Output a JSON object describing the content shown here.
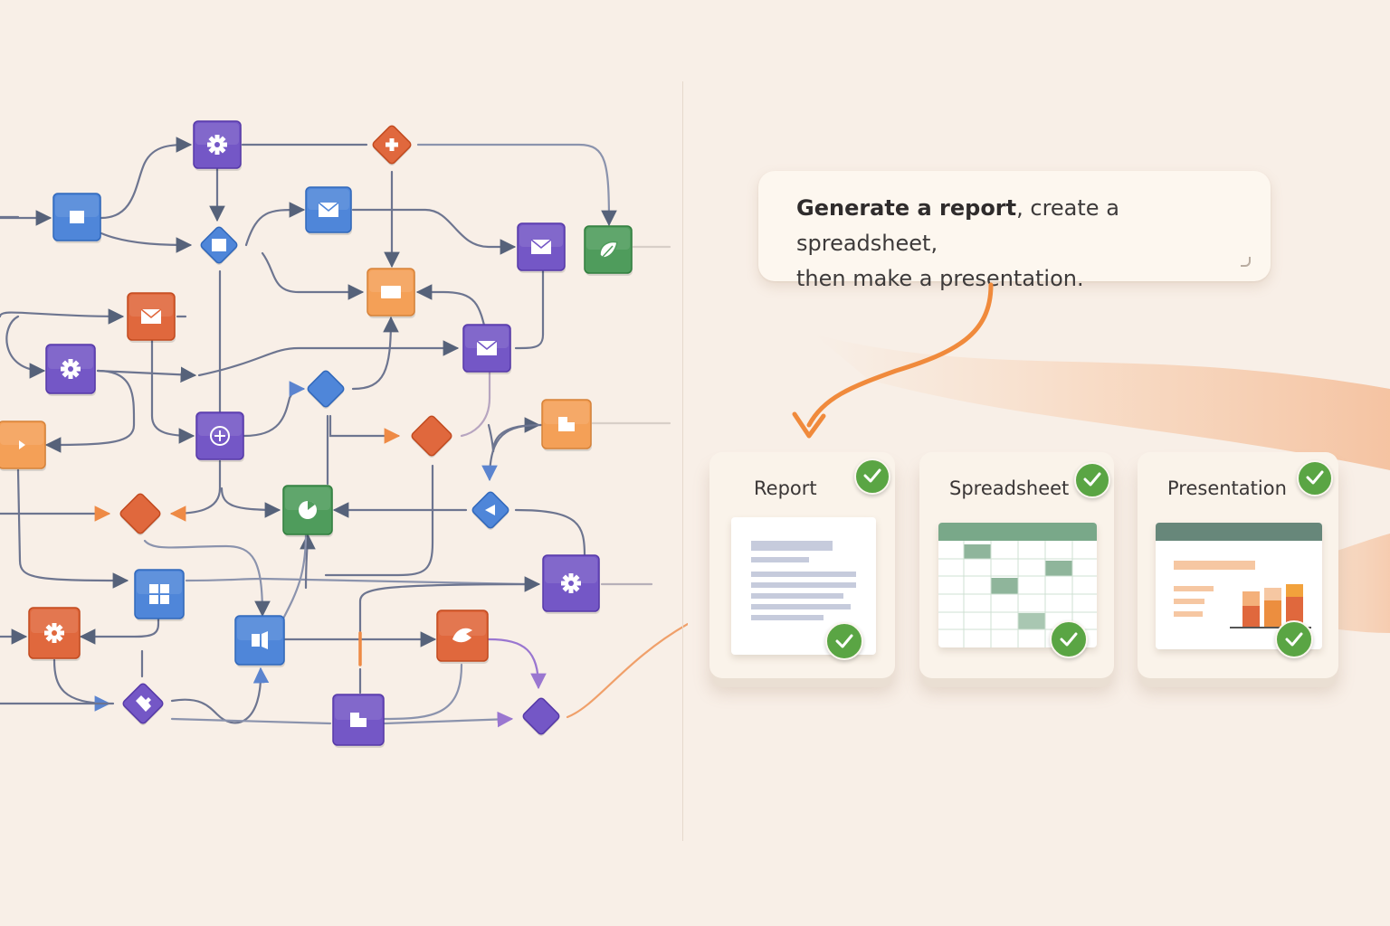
{
  "prompt": {
    "bold": "Generate a report",
    "rest_line1": ", create a spreadsheet,",
    "line2": "then make a presentation."
  },
  "cards": [
    {
      "label": "Report"
    },
    {
      "label": "Spreadsheet"
    },
    {
      "label": "Presentation"
    }
  ],
  "colors": {
    "purple": "#7457c6",
    "blue": "#4f86d9",
    "orange": "#f4a057",
    "red": "#e0683d",
    "green": "#4f9c5c",
    "check": "#5aa544",
    "accent": "#f08a3c"
  },
  "nodes": [
    {
      "id": "n1",
      "shape": "square",
      "color": "blue",
      "icon": "square-icon"
    },
    {
      "id": "n2",
      "shape": "square",
      "color": "purple",
      "icon": "gear-icon"
    },
    {
      "id": "n3",
      "shape": "diamond",
      "color": "red",
      "icon": "plus-icon"
    },
    {
      "id": "n4",
      "shape": "square",
      "color": "blue",
      "icon": "mail-icon"
    },
    {
      "id": "n5",
      "shape": "diamond",
      "color": "blue",
      "icon": "square-icon"
    },
    {
      "id": "n6",
      "shape": "square",
      "color": "purple",
      "icon": "mail-icon"
    },
    {
      "id": "n7",
      "shape": "square",
      "color": "green",
      "icon": "leaf-icon"
    },
    {
      "id": "n8",
      "shape": "square",
      "color": "red",
      "icon": "mail-icon"
    },
    {
      "id": "n9",
      "shape": "square",
      "color": "orange",
      "icon": "card-icon"
    },
    {
      "id": "n10",
      "shape": "square",
      "color": "purple",
      "icon": "gear-icon"
    },
    {
      "id": "n11",
      "shape": "square",
      "color": "purple",
      "icon": "mail-icon"
    },
    {
      "id": "n12",
      "shape": "diamond",
      "color": "blue",
      "icon": "none"
    },
    {
      "id": "n13",
      "shape": "square",
      "color": "orange",
      "icon": "play-icon"
    },
    {
      "id": "n14",
      "shape": "square",
      "color": "purple",
      "icon": "plus-circle-icon"
    },
    {
      "id": "n15",
      "shape": "diamond",
      "color": "red",
      "icon": "none"
    },
    {
      "id": "n16",
      "shape": "square",
      "color": "orange",
      "icon": "file-icon"
    },
    {
      "id": "n17",
      "shape": "diamond",
      "color": "red",
      "icon": "none"
    },
    {
      "id": "n18",
      "shape": "square",
      "color": "green",
      "icon": "pie-icon"
    },
    {
      "id": "n19",
      "shape": "diamond",
      "color": "blue",
      "icon": "triangle-icon"
    },
    {
      "id": "n20",
      "shape": "square",
      "color": "blue",
      "icon": "grid-icon"
    },
    {
      "id": "n21",
      "shape": "square",
      "color": "purple",
      "icon": "gear-icon"
    },
    {
      "id": "n22",
      "shape": "square",
      "color": "red",
      "icon": "gear-icon"
    },
    {
      "id": "n23",
      "shape": "square",
      "color": "blue",
      "icon": "video-icon"
    },
    {
      "id": "n24",
      "shape": "square",
      "color": "red",
      "icon": "bird-icon"
    },
    {
      "id": "n25",
      "shape": "diamond",
      "color": "purple",
      "icon": "puzzle-icon"
    },
    {
      "id": "n26",
      "shape": "square",
      "color": "purple",
      "icon": "file-icon"
    },
    {
      "id": "n27",
      "shape": "diamond",
      "color": "purple",
      "icon": "none"
    }
  ]
}
